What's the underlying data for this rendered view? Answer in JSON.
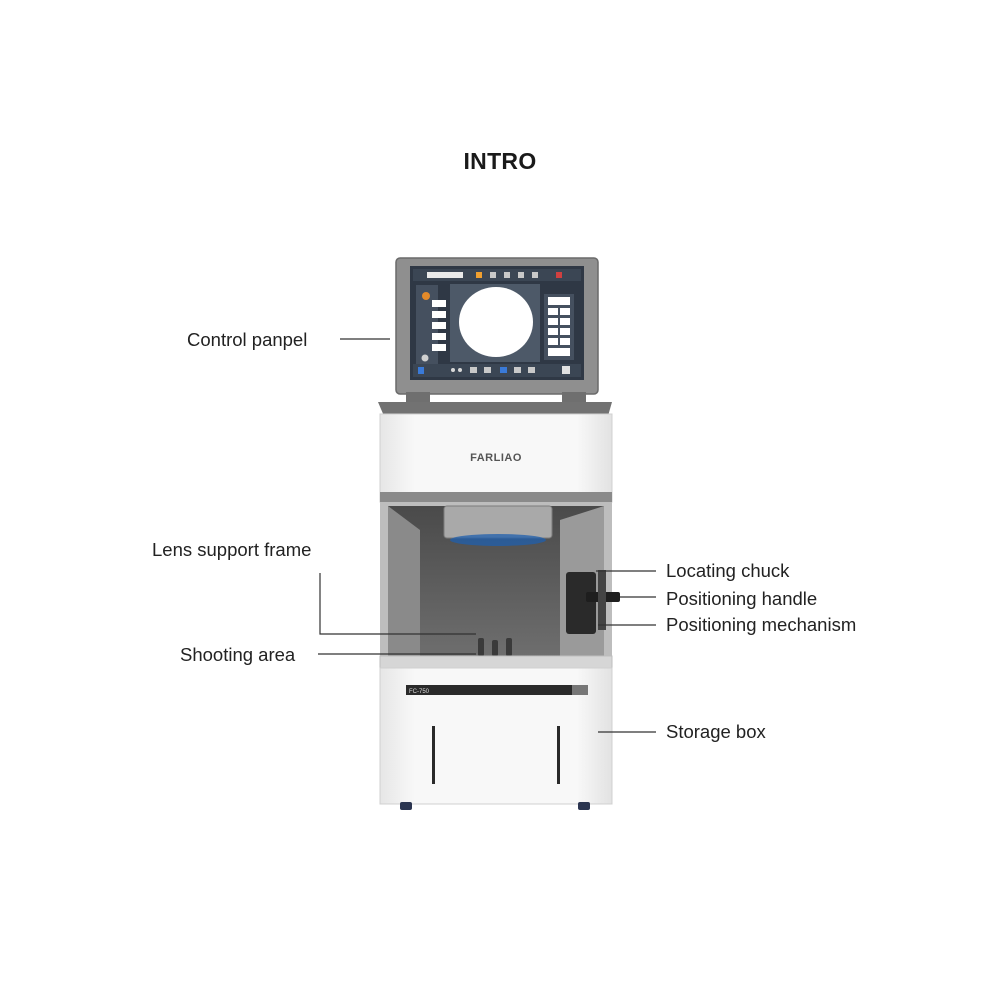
{
  "title": "INTRO",
  "brand": "FARLIAO",
  "model_label": "FC-750",
  "callouts": {
    "control_panel": "Control panpel",
    "lens_support_frame": "Lens support frame",
    "shooting_area": "Shooting area",
    "locating_chuck": "Locating chuck",
    "positioning_handle": "Positioning handle",
    "positioning_mechanism": "Positioning mechanism",
    "storage_box": "Storage box"
  },
  "colors": {
    "body_white": "#f4f4f4",
    "frame_gray": "#8c8c8c",
    "screen_bg": "#3d4450",
    "cavity_gray": "#5e5e5e",
    "accent_blue": "#1f5fae",
    "leader_line": "#333333"
  }
}
